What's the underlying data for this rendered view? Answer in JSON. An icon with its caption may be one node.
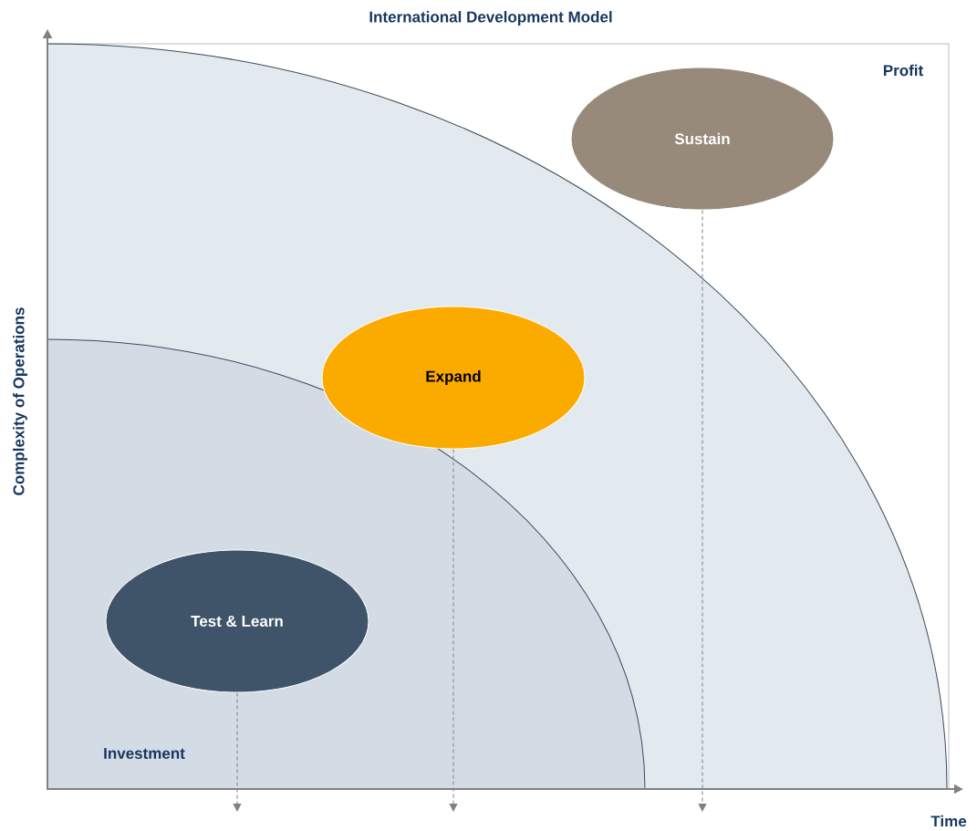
{
  "diagram": {
    "title": "International Development Model",
    "nodes": [
      {
        "text": [
          "Test & Learn"
        ]
      },
      {
        "text": [
          "Expand"
        ]
      },
      {
        "text": [
          "Sustain"
        ]
      }
    ],
    "edges": [
      {
        "from": 0,
        "to": null,
        "arrow": "to",
        "style": "dashed"
      },
      {
        "from": 1,
        "to": null,
        "arrow": "to",
        "style": "dashed"
      },
      {
        "from": 2,
        "to": null,
        "arrow": "to",
        "style": "dashed"
      }
    ],
    "labels": [
      "Profit",
      "Complexity of Operations",
      "Investment",
      "Time"
    ]
  }
}
